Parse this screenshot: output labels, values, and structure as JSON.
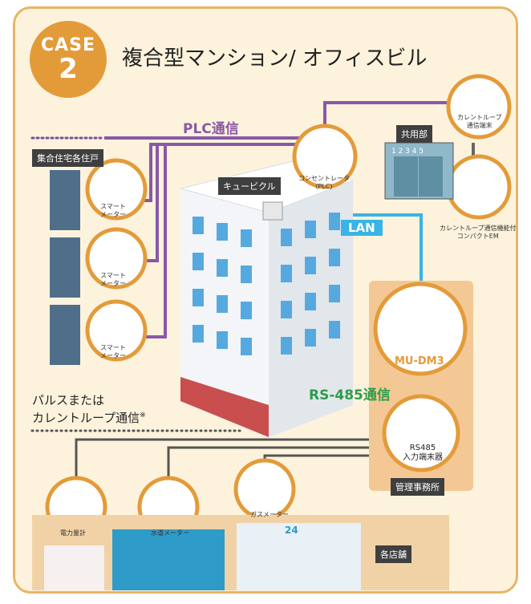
{
  "case_badge": {
    "word": "CASE",
    "number": "2"
  },
  "title": "複合型マンション/ オフィスビル",
  "labels": {
    "plc": "PLC通信",
    "lan": "LAN",
    "rs485": "RS-485通信",
    "pulse_line1": "パルスまたは",
    "pulse_line2": "カレントループ通信",
    "pulse_note": "※"
  },
  "areas": {
    "residences": "集合住宅各住戸",
    "common": "共用部",
    "cubicle": "キュービクル",
    "management": "管理事務所",
    "stores": "各店舗"
  },
  "devices": {
    "smart_meter": [
      "スマート",
      "メーター"
    ],
    "concentrator": [
      "コンセントレータ",
      "(PLC)"
    ],
    "current_loop_terminal": [
      "カレントループ",
      "通信端末"
    ],
    "compact_em": [
      "カレントループ通信機能付",
      "コンパクトEM"
    ],
    "mu_dm3": "MU-DM3",
    "rs485_terminal": [
      "RS485",
      "入力端末器"
    ],
    "power_meter": "電力量計",
    "water_meter": "水道メーター",
    "gas_meter": "ガスメーター"
  },
  "elevator_floors": "1 2 3 4 5",
  "store_number": "24",
  "colors": {
    "accent": "#e39b3a",
    "plc": "#8a58a7",
    "lan": "#3ab3e6",
    "rs485": "#2e9c4b",
    "frame": "#e8b565",
    "background": "#fdf3dd"
  }
}
